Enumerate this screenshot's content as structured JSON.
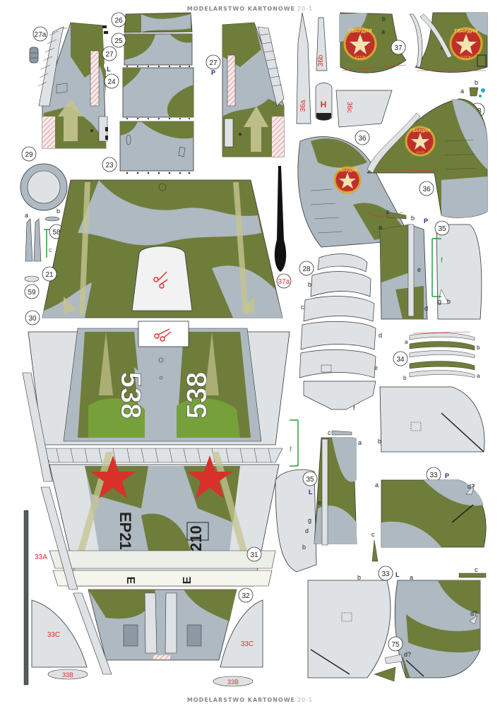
{
  "header": {
    "title": "MODELARSTWO KARTONOWE",
    "issue": "20-1"
  },
  "footer": {
    "title": "MODELARSTWO KARTONOWE",
    "issue": "20-1"
  },
  "colors": {
    "olive": "#6f7d3a",
    "grey": "#aeb9c2",
    "light": "#dfe2e5",
    "red": "#d9302a",
    "hatch": "#d98a8a"
  },
  "labels": {
    "p27a": "27a",
    "p26": "26",
    "p25": "25",
    "p27l": "27",
    "side_l": "L",
    "p24": "24",
    "p23": "23",
    "p27r": "27",
    "side_p": "P",
    "p29": "29",
    "p21": "21",
    "p58": "58",
    "p59": "59",
    "p30": "30",
    "p31": "31",
    "p32": "32",
    "p33a": "33A",
    "p33c_l": "33C",
    "p33c_r": "33C",
    "p33b_l": "33B",
    "p33b_r": "33B",
    "p36a": "36a",
    "p36b": "36b",
    "p36c": "36c",
    "h_mark": "H",
    "p37": "37",
    "p38": "38",
    "p36_l": "36",
    "p36_r": "36",
    "p37a": "37a",
    "p28": "28",
    "p35_top": "35",
    "side_p2": "P",
    "p35_bot": "35",
    "side_l2": "L",
    "p34": "34",
    "p33_top": "33",
    "side_p3": "P",
    "p33_bot": "33",
    "side_l3": "L",
    "p75": "75",
    "fuselage_number": "538",
    "serial_left": "EP210",
    "serial_right": "P210",
    "serial_e": "E",
    "badge_text": "ГВАРДИЯ",
    "badge_small": "СССР",
    "la": "a",
    "lb": "b",
    "lc": "c",
    "ld": "d",
    "le": "e",
    "lf": "f",
    "lg": "g",
    "dq": "d?"
  }
}
